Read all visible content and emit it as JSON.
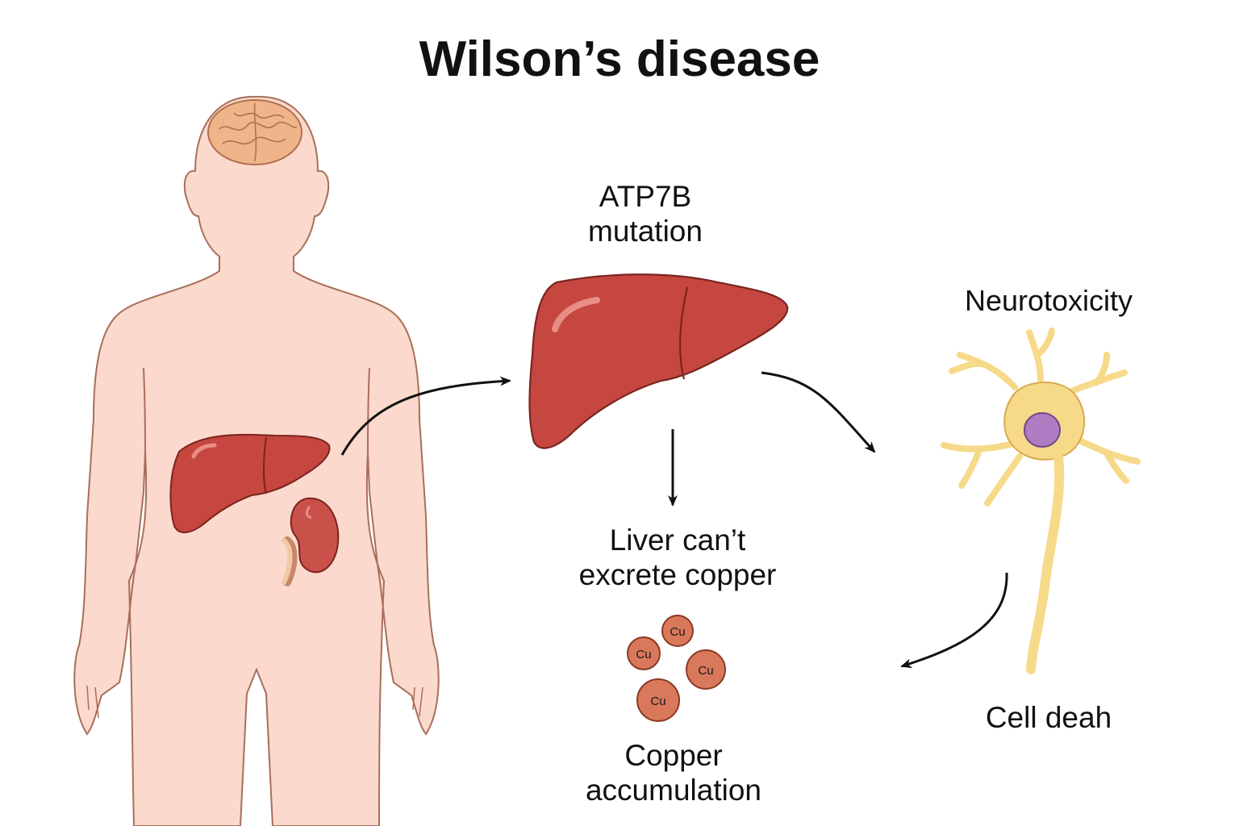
{
  "title": "Wilson’s disease",
  "labels": {
    "mutation": [
      "ATP7B",
      "mutation"
    ],
    "neurotoxicity": "Neurotoxicity",
    "excretion": [
      "Liver can’t",
      "excrete copper"
    ],
    "cell_death": "Cell deah",
    "accumulation": [
      "Copper",
      "accumulation"
    ]
  },
  "copper_particles": [
    "Cu",
    "Cu",
    "Cu",
    "Cu"
  ],
  "colors": {
    "skin": "#fbd9cc",
    "skin_outline": "#a86f5a",
    "liver": "#c5473f",
    "liver_outline": "#7a2420",
    "kidney": "#c9514a",
    "brain": "#f0b48a",
    "neuron": "#f6da8a",
    "nucleus": "#b07cc4",
    "copper": "#d9785b",
    "arrow": "#111111"
  }
}
